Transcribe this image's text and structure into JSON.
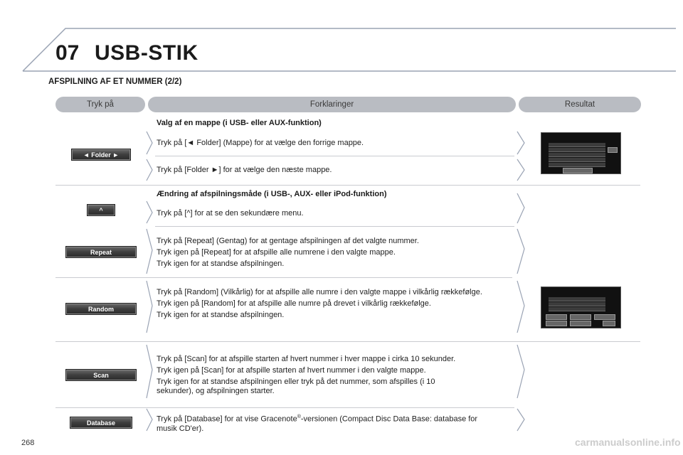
{
  "header": {
    "chapter_number": "07",
    "chapter_title": "USB-STIK"
  },
  "section_title": "AFSPILNING AF ET NUMMER (2/2)",
  "columns": {
    "left": "Tryk på",
    "middle": "Forklaringer",
    "right": "Resultat"
  },
  "group1": {
    "heading": "Valg af en mappe (i USB- eller AUX-funktion)",
    "button": "◄ Folder ►",
    "line1": "Tryk på [◄ Folder] (Mappe) for at vælge den forrige mappe.",
    "line2": "Tryk på [Folder ►] for at vælge den næste mappe."
  },
  "group2": {
    "heading": "Ændring af afspilningsmåde (i USB-, AUX- eller iPod-funktion)",
    "up_button": "^",
    "up_text": "Tryk på [^] for at se den sekundære menu."
  },
  "repeat": {
    "button": "Repeat",
    "lines": [
      "Tryk på [Repeat] (Gentag) for at gentage afspilningen af det valgte nummer.",
      "Tryk igen på [Repeat] for at afspille alle numrene i den valgte mappe.",
      "Tryk igen for at standse afspilningen."
    ]
  },
  "random": {
    "button": "Random",
    "lines": [
      "Tryk på [Random] (Vilkårlig) for at afspille alle numre i den valgte mappe i vilkårlig rækkefølge.",
      "Tryk igen på [Random] for at afspille alle numre på drevet i vilkårlig rækkefølge.",
      "Tryk igen for at standse afspilningen."
    ]
  },
  "scan": {
    "button": "Scan",
    "lines": [
      "Tryk på [Scan] for at afspille starten af hvert nummer i hver mappe i cirka 10 sekunder.",
      "Tryk igen på [Scan] for at afspille starten af hvert nummer i den valgte mappe.",
      "Tryk igen for at standse afspilningen eller tryk på det nummer, som afspilles (i 10 sekunder), og afspilningen starter."
    ]
  },
  "database": {
    "button": "Database",
    "text_before": "Tryk på [Database] for at vise Gracenote",
    "text_sup": "®",
    "text_after": "-versionen (Compact Disc Data Base: database for musik CD'er)."
  },
  "page_number": "268",
  "watermark": "carmanualsonline.info"
}
